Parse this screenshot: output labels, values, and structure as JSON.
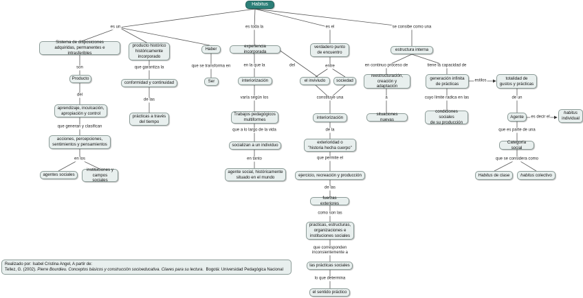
{
  "root": "Habitus",
  "nodes": {
    "sistema": "Sistema de disposiciones\nadquiridas, permanentes e intrasferibles",
    "producto_hist": "producto histórico\nhistóricamente\nincorporado",
    "haber": "Haber",
    "exp_incorporada": "experiencia incorporada",
    "verdadero": "verdadero punto\nde encuentro",
    "estructura": "estructura interna",
    "producto": "Producto",
    "conformidad": "conformidad y continuidad",
    "ser": "Ser",
    "interiorizacion": "interiorización",
    "individuo": "el inviviudo",
    "sociedad": "sociedad",
    "reestructuracion": "reestructuración,\ncreación y adaptación",
    "generacion": "generación infinita\nde prácticas",
    "totalidad": "totalidad de\ngustos y prácticas",
    "aprendizaje": "aprendizaje, inculcación,\napropiación y control",
    "practicas_tiempo": "prácticas a través\ndel tiempo",
    "trabajos": "Trabajos pedagógicos\nmultiformes",
    "interiorizacion2": "interiorización",
    "situaciones": "situaciones nuevas",
    "condiciones": "condiciones sociales\nde su producción",
    "agente": "Agente",
    "acciones": "acciones, percepciones,\nsentimientos y pensamientos",
    "socializan": "socializan a un individuo",
    "exterioridad": "exterioridad o\n\"historia hecha cuerpo\"",
    "categoria": "Categoría social",
    "agentes_sociales": "agentes sociales",
    "instituciones": "instituciones y\ncampos sociales",
    "agente_social": "agente social, históricamente\nsituado en el mundo",
    "ejercicio": "ejercicio, recreación y producción",
    "fuerzas": "fuerzas exteriores",
    "practicas_estructuras": "practicas, estructuras,\norganizaciones e\ninstituciones sociales",
    "practicas_sociales": "las prácticas sociales",
    "sentido": "el sentido práctico",
    "habitus_individual_a": "habitus",
    "habitus_individual_b": "individual",
    "habitus_clase_a": "Habitus",
    "habitus_clase_b": " de clase",
    "habitus_colectivo_a": "habitus",
    "habitus_colectivo_b": " colectivo"
  },
  "links": {
    "es_un": "es un",
    "es_toda_la": "es toda la",
    "es_el": "es el",
    "se_consibe": "se consibe como una",
    "son": "son",
    "que_garantiza": "que garantiza la",
    "que_se_transforma": "que se transforma en",
    "en_la_que_la": "en la que la",
    "del_1": "del",
    "entre": "entre",
    "en_continuo": "en continuo proceso de",
    "tiene_la_capacidad": "tiene la capacidad de",
    "estilos": "estilos",
    "del_2": "del",
    "de_las_1": "de las",
    "varia_segun": "varía según los",
    "constituye": "constituye una",
    "a": "a",
    "cuyo_limite": "cuyo límite radica en las",
    "de_un": "de un",
    "que_generan": "que generan y clasifican",
    "que_a_lo_largo": "que a lo largo de la vida",
    "de_la": "de la",
    "es_decir": "es decir el",
    "que_es_parte": "que es parte de una",
    "en_los": "en los",
    "en_tanto": "en tanto",
    "que_permite": "que permite el",
    "que_se_considera": "que se considera como",
    "de_las_2": "de las",
    "como_son": "como son las",
    "que_corresponden": "que corresponden\ninconsientemente a",
    "lo_que_determina": "lo que determina"
  },
  "credit": {
    "line1": "Realizado por: Isabel Cristina Angel, A partir de:",
    "line2_plain": "Tellez, G. (2002). ",
    "line2_italic": "Pierre Bourdieu. Conceptos básicos y construcción socioeducativa. Claves para su lectura.",
    "line2_end": "  Bogotá: Universidad Pedagógica Nacional"
  },
  "colors": {
    "root": "#2c7f78",
    "node": "#e8efee",
    "line": "#555555"
  }
}
